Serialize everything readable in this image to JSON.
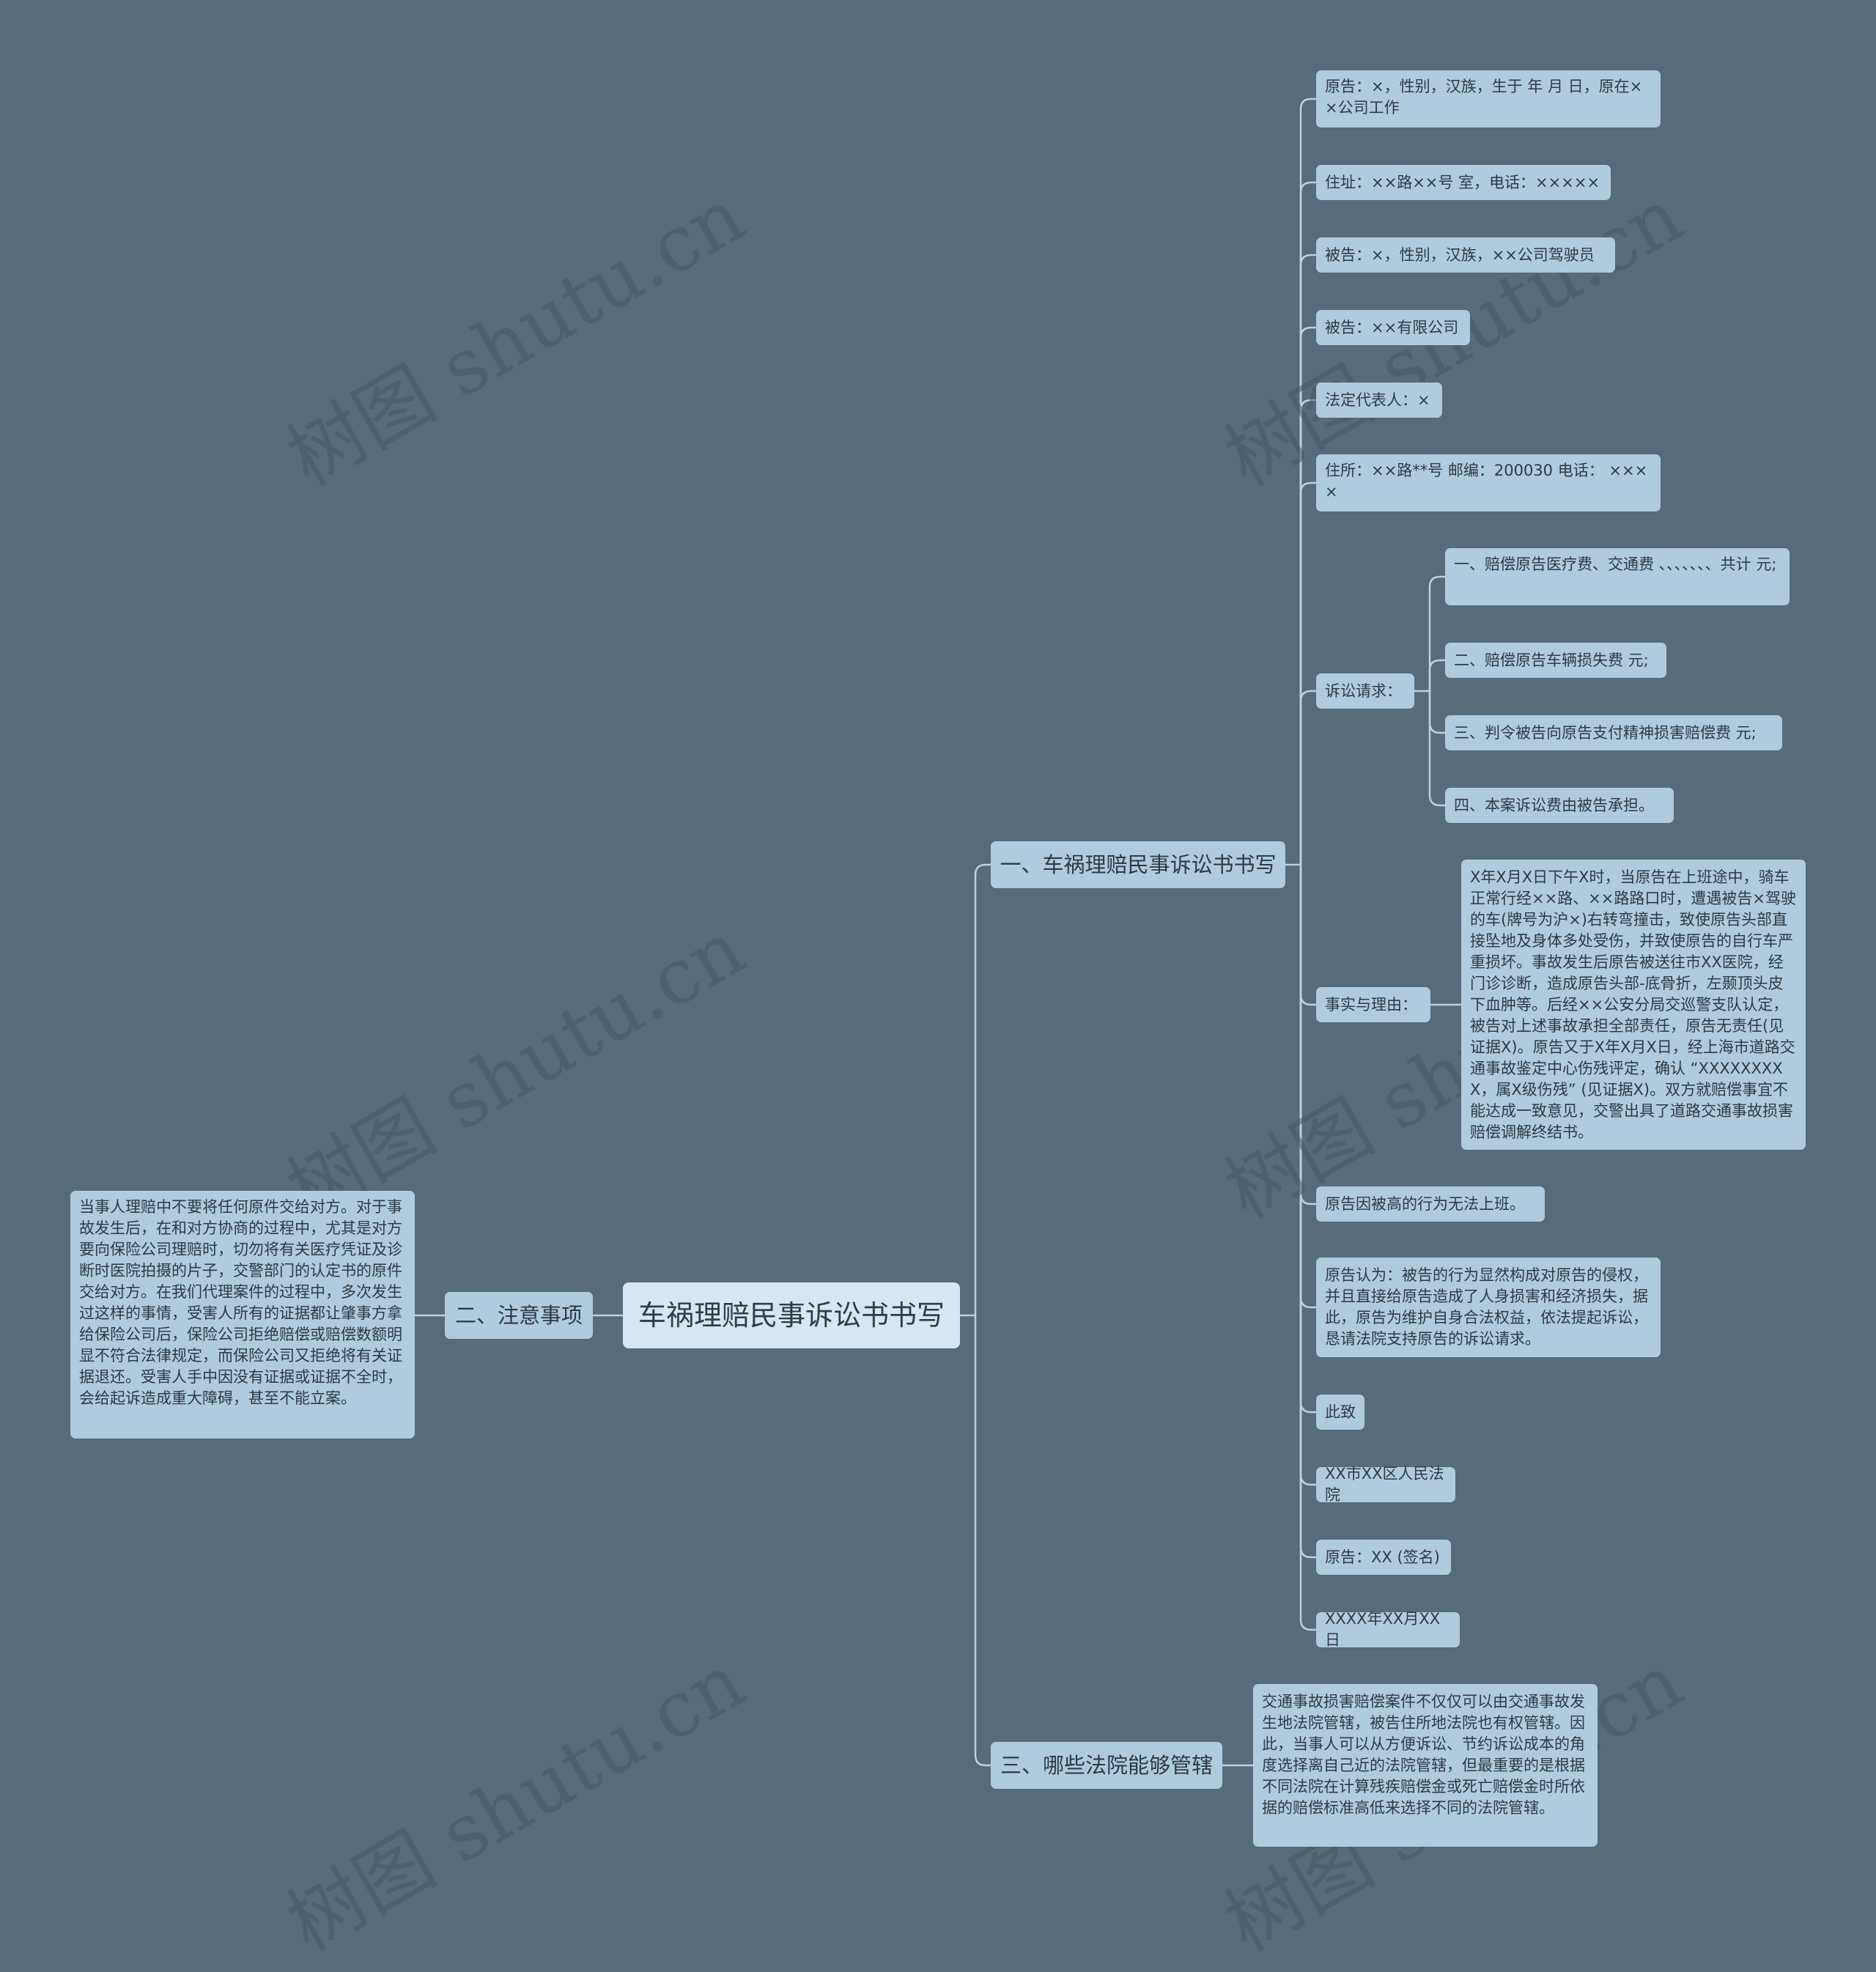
{
  "root": {
    "label": "车祸理赔民事诉讼书书写"
  },
  "branches": {
    "b1": {
      "label": "一、车祸理赔民事诉讼书书写"
    },
    "b2": {
      "label": "二、注意事项"
    },
    "b3": {
      "label": "三、哪些法院能够管辖"
    }
  },
  "b1_children": {
    "plaintiff": "原告：×，性别，汉族，生于 年 月 日，原在××公司工作",
    "address": "住址：××路××号 室，电话：×××××",
    "defendant1": "被告：×，性别，汉族，××公司驾驶员",
    "defendant2": "被告：××有限公司",
    "legal_rep": "法定代表人：×",
    "residence": "住所：××路**号 邮编：200030 电话： ××××",
    "claims_label": "诉讼请求：",
    "facts_label": "事实与理由：",
    "cannot_work": "原告因被高的行为无法上班。",
    "opinion": "原告认为：被告的行为显然构成对原告的侵权，并且直接给原告造成了人身损害和经济损失，据此，原告为维护自身合法权益，依法提起诉讼，恳请法院支持原告的诉讼请求。",
    "ci_zhi": "此致",
    "court": "XX市XX区人民法院",
    "signature": "原告：XX (签名)",
    "date": "XXXX年XX月XX日"
  },
  "claims": [
    "一、赔偿原告医疗费、交通费 、、、、、、、共计 元;",
    "二、赔偿原告车辆损失费 元;",
    "三、判令被告向原告支付精神损害赔偿费 元;",
    "四、本案诉讼费由被告承担。"
  ],
  "facts_text": "X年X月X日下午X时，当原告在上班途中，骑车正常行经××路、××路路口时，遭遇被告×驾驶的车(牌号为沪×)右转弯撞击，致使原告头部直接坠地及身体多处受伤，并致使原告的自行车严重损坏。事故发生后原告被送往市XX医院，经门诊诊断，造成原告头部-底骨折，左颞顶头皮下血肿等。后经××公安分局交巡警支队认定，被告对上述事故承担全部责任，原告无责任(见证据X)。原告又于X年X月X日，经上海市道路交通事故鉴定中心伤残评定，确认 “XXXXXXXXX，属X级伤残” (见证据X)。双方就赔偿事宜不能达成一致意见，交警出具了道路交通事故损害赔偿调解终结书。",
  "b2_text": "当事人理赔中不要将任何原件交给对方。对于事故发生后，在和对方协商的过程中，尤其是对方要向保险公司理赔时，切勿将有关医疗凭证及诊断时医院拍摄的片子，交警部门的认定书的原件交给对方。在我们代理案件的过程中，多次发生过这样的事情，受害人所有的证据都让肇事方拿给保险公司后，保险公司拒绝赔偿或赔偿数额明显不符合法律规定，而保险公司又拒绝将有关证据退还。受害人手中因没有证据或证据不全时，会给起诉造成重大障碍，甚至不能立案。",
  "b3_text": "交通事故损害赔偿案件不仅仅可以由交通事故发生地法院管辖，被告住所地法院也有权管辖。因此，当事人可以从方便诉讼、节约诉讼成本的角度选择离自己近的法院管辖，但最重要的是根据不同法院在计算残疾赔偿金或死亡赔偿金时所依据的赔偿标准高低来选择不同的法院管辖。",
  "watermark": "树图 shutu.cn",
  "colors": {
    "background": "#566b7b",
    "node": "#aecbe0",
    "root": "#d6e7f3",
    "line": "#b8d2e4"
  }
}
